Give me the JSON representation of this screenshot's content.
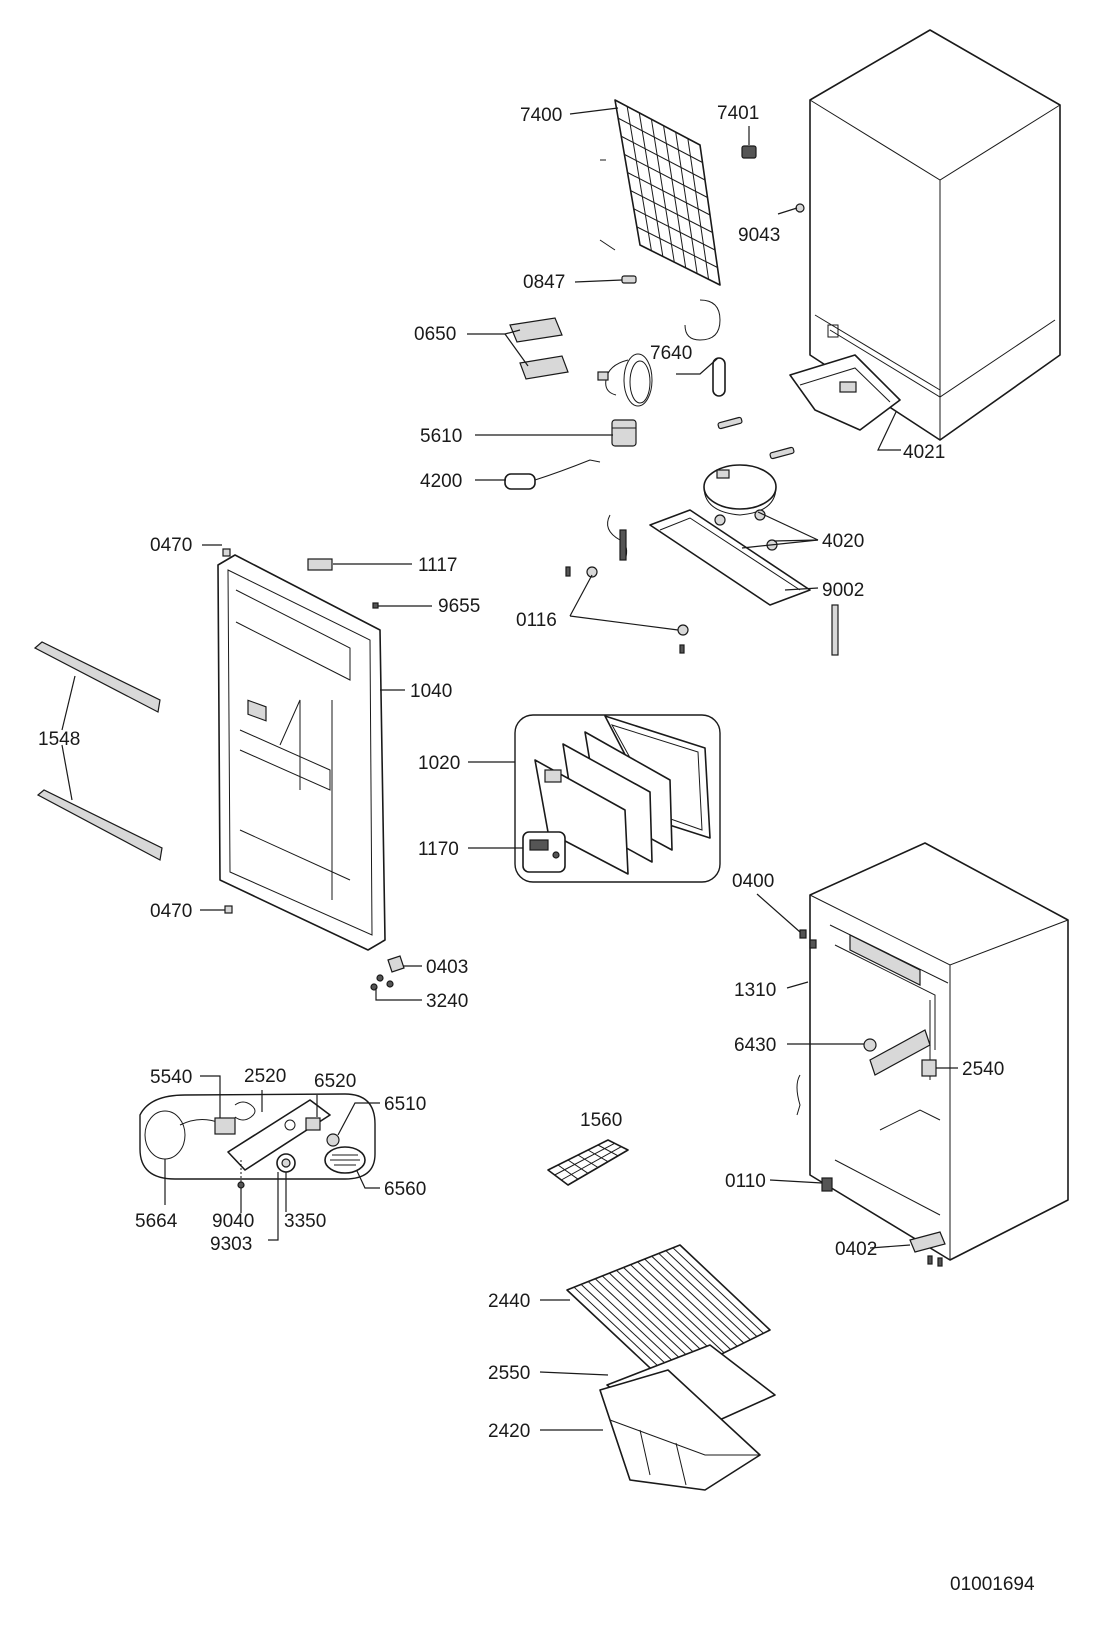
{
  "diagram": {
    "drawing_number": "01001694",
    "part_labels": {
      "p7400": "7400",
      "p7401": "7401",
      "p9043": "9043",
      "p0847": "0847",
      "p0650": "0650",
      "p7640": "7640",
      "p5610": "5610",
      "p4021": "4021",
      "p4200": "4200",
      "p4020": "4020",
      "p9002": "9002",
      "p0116": "0116",
      "p0470a": "0470",
      "p1117": "1117",
      "p9655": "9655",
      "p1040": "1040",
      "p1548": "1548",
      "p1020": "1020",
      "p1170": "1170",
      "p0470b": "0470",
      "p0403": "0403",
      "p3240": "3240",
      "p0400": "0400",
      "p1310": "1310",
      "p6430": "6430",
      "p2540": "2540",
      "p5540": "5540",
      "p2520": "2520",
      "p6520": "6520",
      "p6510": "6510",
      "p6560": "6560",
      "p5664": "5664",
      "p9040": "9040",
      "p3350": "3350",
      "p9303": "9303",
      "p1560": "1560",
      "p0110": "0110",
      "p0402": "0402",
      "p2440": "2440",
      "p2550": "2550",
      "p2420": "2420"
    }
  }
}
